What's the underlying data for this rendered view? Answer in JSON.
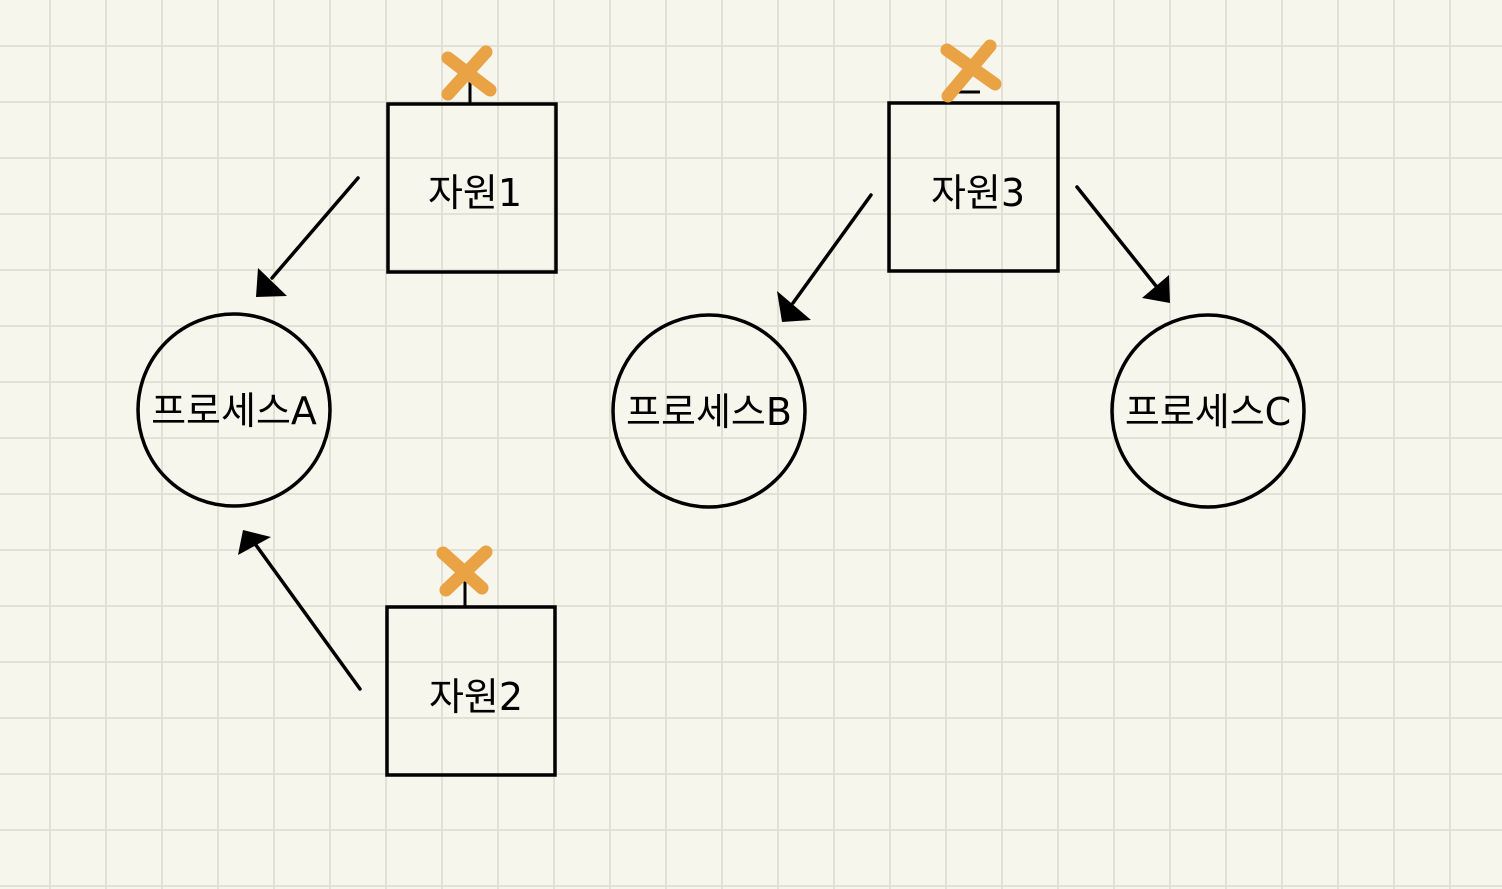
{
  "colors": {
    "stroke": "#000000",
    "mark": "#e9a244",
    "background": "#f7f6ec",
    "grid": "#e2e1d6"
  },
  "resources": [
    {
      "id": "r1",
      "label": "자원1",
      "marked": true
    },
    {
      "id": "r2",
      "label": "자원2",
      "marked": true
    },
    {
      "id": "r3",
      "label": "자원3",
      "marked": true
    }
  ],
  "processes": [
    {
      "id": "pA",
      "label": "프로세스A"
    },
    {
      "id": "pB",
      "label": "프로세스B"
    },
    {
      "id": "pC",
      "label": "프로세스C"
    }
  ],
  "edges": [
    {
      "from": "자원1",
      "to": "프로세스A"
    },
    {
      "from": "자원2",
      "to": "프로세스A"
    },
    {
      "from": "자원3",
      "to": "프로세스B"
    },
    {
      "from": "자원3",
      "to": "프로세스C"
    }
  ],
  "mark_icon": "cross-mark-icon"
}
